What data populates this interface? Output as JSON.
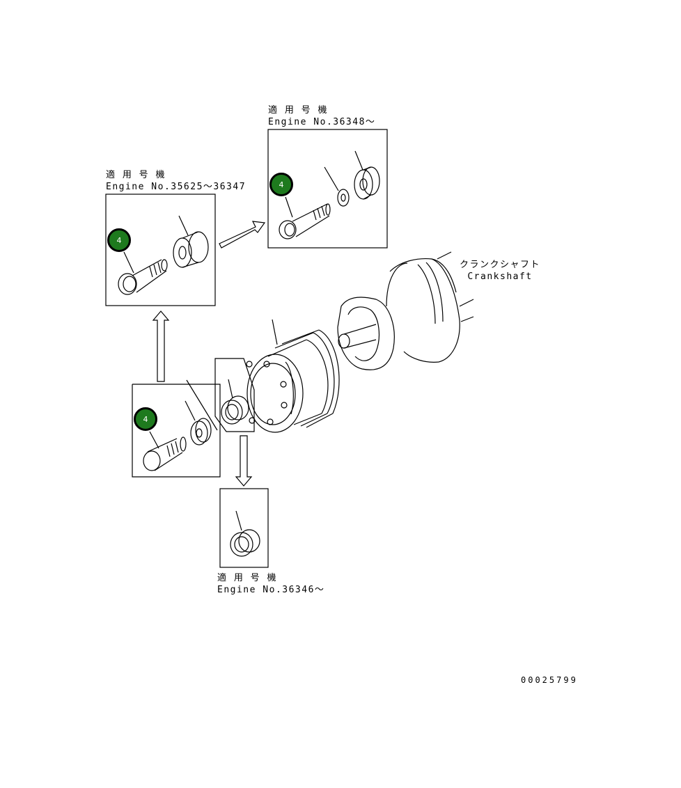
{
  "colors": {
    "line": "#000000",
    "badge_fill": "#1e7a1e",
    "badge_border": "#000000",
    "background": "#ffffff"
  },
  "callouts": {
    "top_right": {
      "line1": "適 用 号 機",
      "line2": "Engine No.36348～"
    },
    "upper_left": {
      "line1": "適 用 号 機",
      "line2": "Engine No.35625～36347"
    },
    "bottom": {
      "line1": "適 用 号 機",
      "line2": "Engine No.36346～"
    }
  },
  "crankshaft": {
    "label_jp": "クランクシャフト",
    "label_en": "Crankshaft"
  },
  "badges": {
    "upper_left": "4",
    "top_right": "4",
    "lower_left": "4"
  },
  "doc_number": "00025799"
}
